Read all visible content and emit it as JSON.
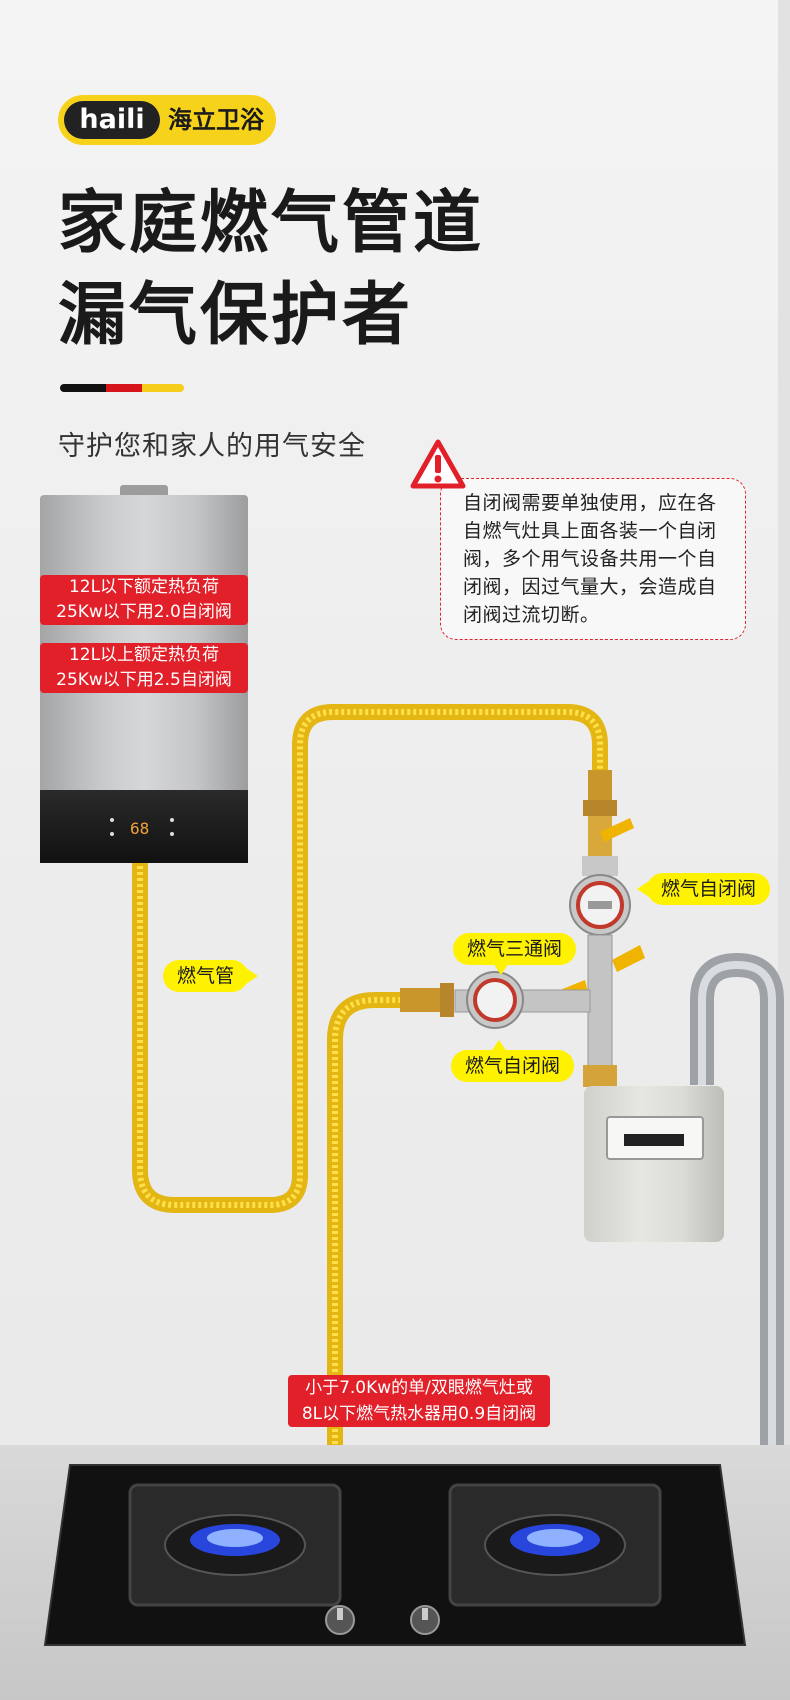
{
  "logo": {
    "brand_en": "haili",
    "brand_cn": "海立卫浴"
  },
  "headline": {
    "line1": "家庭燃气管道",
    "line2": "漏气保护者"
  },
  "subtitle": "守护您和家人的用气安全",
  "warning": {
    "text": "自闭阀需要单独使用，应在各自燃气灶具上面各装一个自闭阀，多个用气设备共用一个自闭阀，因过气量大，会造成自闭阀过流切断。"
  },
  "heater": {
    "tag1_line1": "12L以下额定热负荷",
    "tag1_line2": "25Kw以下用2.0自闭阀",
    "tag2_line1": "12L以上额定热负荷",
    "tag2_line2": "25Kw以下用2.5自闭阀",
    "display_value": "68"
  },
  "labels": {
    "gas_pipe": "燃气管",
    "auto_valve_top": "燃气自闭阀",
    "three_way": "燃气三通阀",
    "auto_valve_bottom": "燃气自闭阀"
  },
  "stove_note": {
    "line1": "小于7.0Kw的单/双眼燃气灶或",
    "line2": "8L以下燃气热水器用0.9自闭阀"
  },
  "colors": {
    "pipe_yellow": "#f7cf1f",
    "tag_red": "#e2202a",
    "label_yellow": "#fff200",
    "accent_red": "#d6141b"
  }
}
